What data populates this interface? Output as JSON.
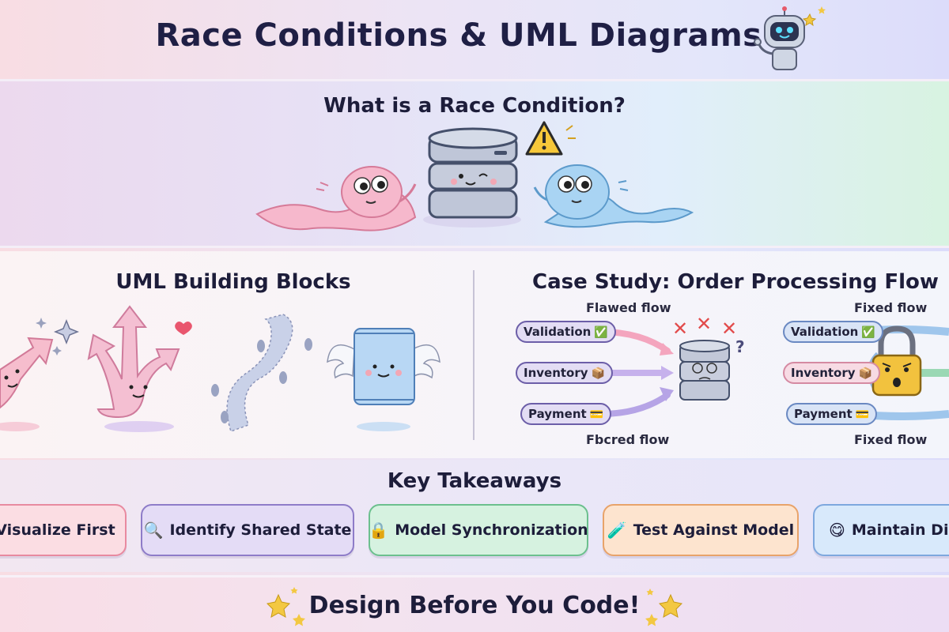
{
  "header": {
    "title": "Race Conditions & UML Diagrams",
    "mascot_icon": "robot-icon"
  },
  "race_section": {
    "title": "What is a Race Condition?",
    "warning_icon": "warning-triangle-icon",
    "database_icon": "database-icon"
  },
  "uml_section": {
    "title": "UML Building Blocks",
    "icons": [
      "arrow-character-icon",
      "branching-arrows-icon",
      "footprints-path-icon",
      "winged-package-icon"
    ]
  },
  "case_study": {
    "title": "Case Study: Order Processing Flow",
    "flawed": {
      "top_label": "Flawed flow",
      "bottom_label": "Fbcred flow",
      "steps": [
        {
          "label": "Validation",
          "icon": "✅"
        },
        {
          "label": "Inventory",
          "icon": "📦"
        },
        {
          "label": "Payment",
          "icon": "💳"
        }
      ],
      "target_icon": "confused-database-icon",
      "error_marks": [
        "✕",
        "✕",
        "✕"
      ],
      "question_mark": "?"
    },
    "fixed": {
      "top_label": "Fixed flow",
      "bottom_label": "Fixed flow",
      "steps": [
        {
          "label": "Validation",
          "icon": "✅"
        },
        {
          "label": "Inventory",
          "icon": "📦"
        },
        {
          "label": "Payment",
          "icon": "💳"
        }
      ],
      "target_icon": "padlock-icon"
    }
  },
  "takeaways": {
    "title": "Key Takeaways",
    "items": [
      {
        "label": "Visualize First",
        "icon": "",
        "colors": {
          "bg": "#fbdde3",
          "border": "#e88aa0"
        }
      },
      {
        "label": "Identify Shared State",
        "icon": "🔍",
        "colors": {
          "bg": "#e4dcf6",
          "border": "#8e7cc8"
        }
      },
      {
        "label": "Model Synchronization",
        "icon": "🔒",
        "colors": {
          "bg": "#d6f2e0",
          "border": "#6cc08e"
        }
      },
      {
        "label": "Test Against Model",
        "icon": "🧪",
        "colors": {
          "bg": "#fde4cf",
          "border": "#e8a36a"
        }
      },
      {
        "label": "Maintain Dia",
        "icon": "😋",
        "colors": {
          "bg": "#d8e9fb",
          "border": "#7ea8de"
        }
      }
    ]
  },
  "footer": {
    "text": "Design Before You Code!",
    "icon": "sparkle-stars-icon"
  }
}
